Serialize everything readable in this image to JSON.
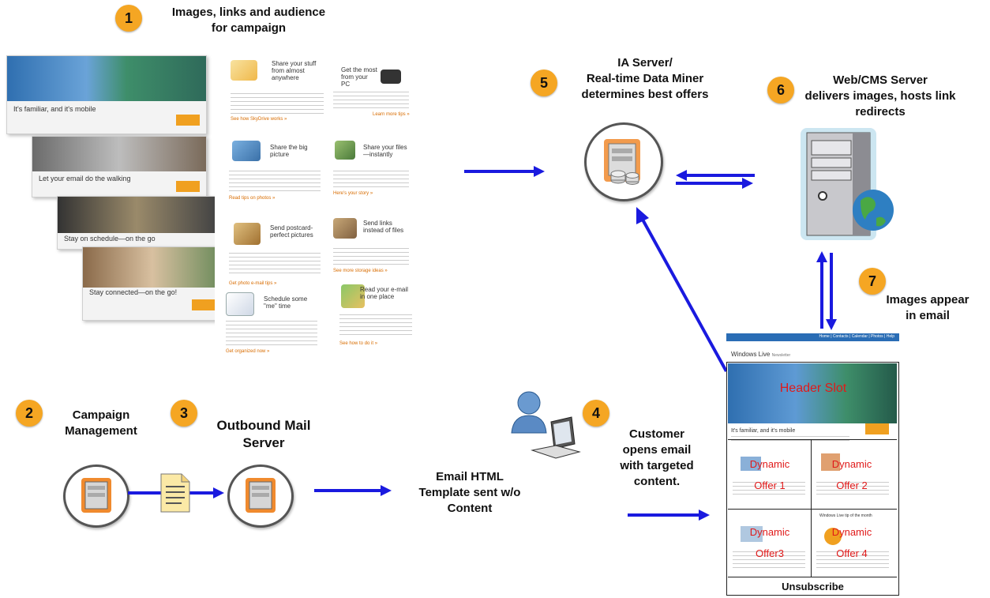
{
  "steps": {
    "s1": {
      "num": "1",
      "label_line1": "Images, links and audience",
      "label_line2": "for campaign"
    },
    "s2": {
      "num": "2",
      "label_line1": "Campaign",
      "label_line2": "Management"
    },
    "s3": {
      "num": "3",
      "label_line1": "Outbound Mail",
      "label_line2": "Server"
    },
    "s4": {
      "num": "4",
      "label_line1": "Customer",
      "label_line2": "opens email",
      "label_line3": "with targeted",
      "label_line4": "content."
    },
    "s5": {
      "num": "5",
      "label_line1": "IA Server/",
      "label_line2": "Real-time Data Miner",
      "label_line3": "determines best offers"
    },
    "s6": {
      "num": "6",
      "label_line1": "Web/CMS Server",
      "label_line2": "delivers images, hosts link",
      "label_line3": "redirects"
    },
    "s7": {
      "num": "7",
      "label_line1": "Images appear",
      "label_line2": "in email"
    }
  },
  "template_note": {
    "line1": "Email HTML",
    "line2": "Template sent  w/o",
    "line3": "Content"
  },
  "thumbs": [
    {
      "caption": "It's familiar, and it's mobile"
    },
    {
      "caption": "Let your email do the walking"
    },
    {
      "caption": "Stay on schedule—on the go"
    },
    {
      "caption": "Stay connected—on the go!"
    }
  ],
  "newsletter_items": [
    {
      "title": "Share your stuff from almost anywhere",
      "link": "See how SkyDrive works »"
    },
    {
      "title": "Get the most from your PC",
      "link": "Learn more tips »"
    },
    {
      "title": "Share the big picture",
      "link": "Read tips on photos »"
    },
    {
      "title": "Share your files—instantly",
      "link": "Here's your story »"
    },
    {
      "title": "Send postcard-perfect pictures",
      "link": "Get photo e-mail tips »"
    },
    {
      "title": "Send links instead of files",
      "link": "See more storage ideas »"
    },
    {
      "title": "Schedule some \"me\" time",
      "link": "Get organized now »"
    },
    {
      "title": "Read your e-mail in one place",
      "link": "See how to do it »"
    }
  ],
  "email": {
    "nav_text": "Home  |  Contacts  |  Calendar  |  Photos  |  Help",
    "brand": "Windows Live",
    "brand_sub": "Newsletter",
    "hero_caption": "It's familiar, and it's mobile",
    "header_slot": "Header Slot",
    "offer1": {
      "line1": "Dynamic",
      "line2": "Offer 1"
    },
    "offer2": {
      "line1": "Dynamic",
      "line2": "Offer 2"
    },
    "offer3": {
      "line1": "Dynamic",
      "line2": "Offer3"
    },
    "offer4": {
      "line1": "Dynamic",
      "line2": "Offer 4"
    },
    "tip_title": "Windows Live tip of the month",
    "unsubscribe": "Unsubscribe"
  },
  "colors": {
    "accent_orange": "#f5a623",
    "arrow_blue": "#1a1adf",
    "dynamic_red": "#e01a1a",
    "server_orange": "#f08a2e"
  }
}
